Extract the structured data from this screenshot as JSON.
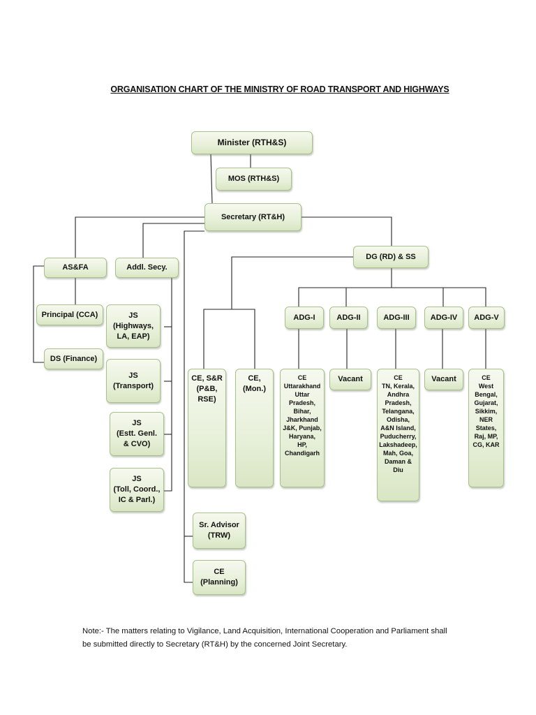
{
  "title": "ORGANISATION CHART OF THE MINISTRY OF ROAD TRANSPORT AND HIGHWAYS",
  "boxes": {
    "minister": [
      "Minister (RTH&S)"
    ],
    "mos": [
      "MOS (RTH&S)"
    ],
    "secretary": [
      "Secretary (RT&H)"
    ],
    "asfa": [
      "AS&FA"
    ],
    "addl_secy": [
      "Addl. Secy."
    ],
    "dg": [
      "DG (RD) & SS"
    ],
    "principal_cca": [
      "Principal (CCA)"
    ],
    "ds_finance": [
      "DS (Finance)"
    ],
    "js_highways": [
      "JS",
      "(Highways,",
      "LA, EAP)"
    ],
    "js_transport": [
      "JS",
      "(Transport)"
    ],
    "js_estt": [
      "JS",
      "(Estt. Genl.",
      "& CVO)"
    ],
    "js_toll": [
      "JS",
      "(Toll, Coord.,",
      "IC & Parl.)"
    ],
    "ce_sr": [
      "CE, S&R",
      "(P&B,",
      "RSE)"
    ],
    "ce_mon": [
      "CE,",
      "(Mon.)"
    ],
    "sr_advisor": [
      "Sr. Advisor",
      "(TRW)"
    ],
    "ce_planning": [
      "CE",
      "(Planning)"
    ],
    "adg1": [
      "ADG-I"
    ],
    "adg2": [
      "ADG-II"
    ],
    "adg3": [
      "ADG-III"
    ],
    "adg4": [
      "ADG-IV"
    ],
    "adg5": [
      "ADG-V"
    ],
    "ce_adg1": [
      "CE",
      "Uttarakhand",
      "Uttar",
      "Pradesh,",
      "Bihar,",
      "Jharkhand",
      "J&K, Punjab,",
      "Haryana,",
      "HP,",
      "Chandigarh"
    ],
    "vacant2": [
      "Vacant"
    ],
    "ce_adg3": [
      "CE",
      "TN, Kerala,",
      "Andhra",
      "Pradesh,",
      "Telangana,",
      "Odisha,",
      "A&N Island,",
      "Puducherry,",
      "Lakshadeep,",
      "Mah, Goa,",
      "Daman &",
      "Diu"
    ],
    "vacant4": [
      "Vacant"
    ],
    "ce_adg5": [
      "CE",
      "West",
      "Bengal,",
      "Gujarat,",
      "Sikkim,",
      "NER",
      "States,",
      "Raj, MP,",
      "CG, KAR"
    ]
  },
  "note": [
    "Note:-  The matters relating to Vigilance, Land Acquisition, International Cooperation and Parliament shall",
    "be submitted directly to Secretary (RT&H) by the concerned Joint Secretary."
  ],
  "colors": {
    "box_border": "#a9c08a",
    "box_fill_top": "#f6f9ef",
    "box_fill_bottom": "#d9e6c4",
    "line": "#222222"
  }
}
